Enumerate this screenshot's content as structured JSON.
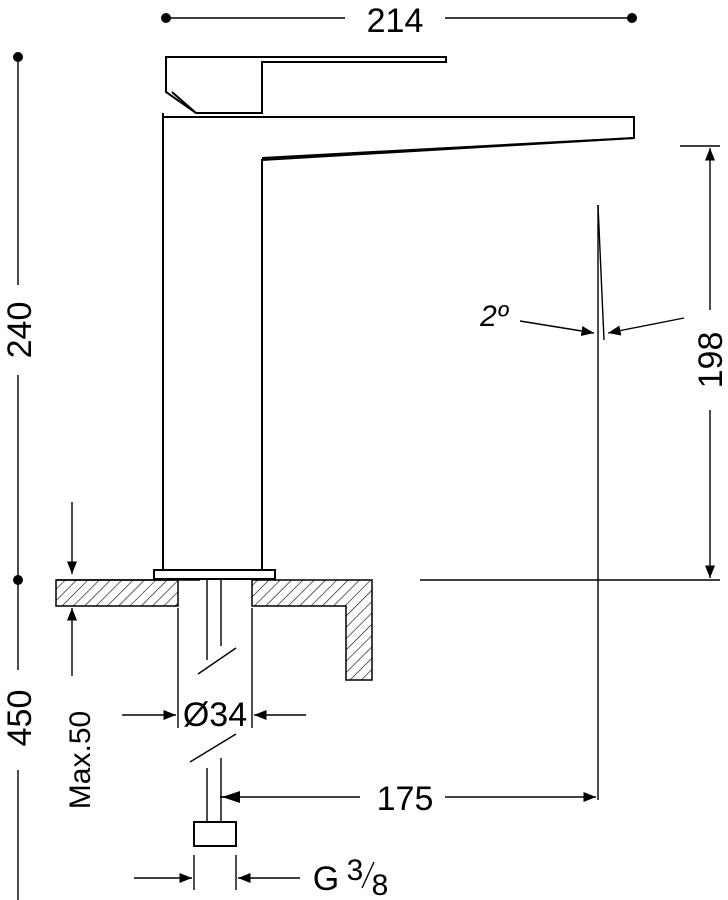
{
  "dimensions": {
    "width_top": "214",
    "height_total": "240",
    "spout_height": "198",
    "angle": "2º",
    "under_counter": "450",
    "max_thickness": "Max.50",
    "hole_diameter": "Ø34",
    "spout_reach": "175",
    "connection_main": "G",
    "connection_num": "3",
    "connection_den": "8"
  }
}
